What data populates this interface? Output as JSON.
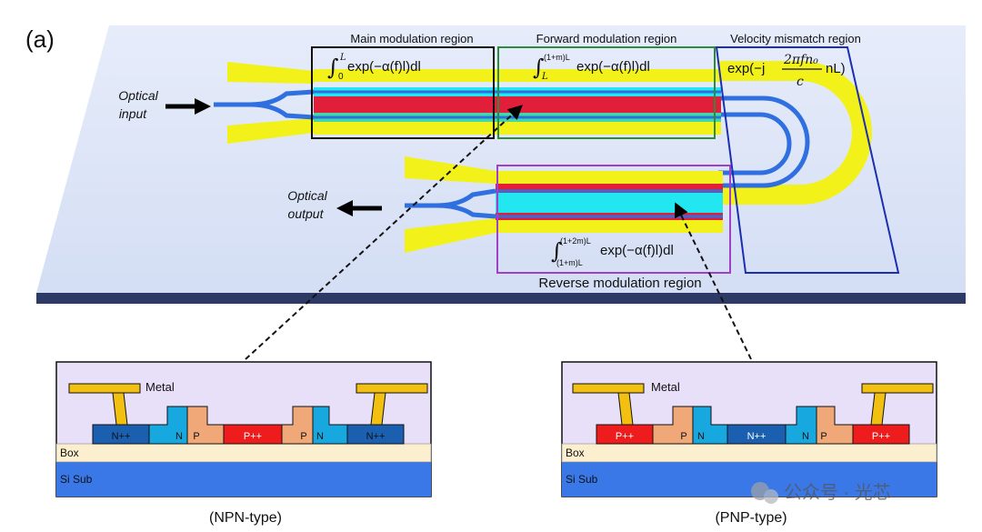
{
  "figure": {
    "panel_label": "(a)",
    "regions": {
      "main": "Main modulation region",
      "forward": "Forward modulation region",
      "velocity": "Velocity mismatch region",
      "reverse": "Reverse modulation region"
    },
    "optical_input": [
      "Optical",
      "input"
    ],
    "optical_output": [
      "Optical",
      "output"
    ],
    "formulas": {
      "main": {
        "integral_upper": "L",
        "integral_lower": "0",
        "body": "exp(−α(f)l)dl"
      },
      "forward": {
        "integral_upper": "(1+m)L",
        "integral_lower": "L",
        "body": "exp(−α(f)l)dl"
      },
      "reverse": {
        "integral_upper": "(1+2m)L",
        "integral_lower": "(1+m)L",
        "body": "exp(−α(f)l)dl"
      },
      "velocity": {
        "prefix": "exp(−j",
        "numerator": "2πfn₀",
        "denominator": "c",
        "suffix": "nL)"
      }
    },
    "npn": {
      "caption": "(NPN-type)",
      "metal": "Metal",
      "box": "Box",
      "sub": "Si Sub",
      "doping": [
        "N++",
        "N",
        "P",
        "P++",
        "P",
        "N",
        "N++"
      ]
    },
    "pnp": {
      "caption": "(PNP-type)",
      "metal": "Metal",
      "box": "Box",
      "sub": "Si Sub",
      "doping": [
        "P++",
        "P",
        "N",
        "N++",
        "N",
        "P",
        "P++"
      ]
    },
    "watermark": "公众号 · 光芯"
  },
  "colors": {
    "chip": "#dfe8f8",
    "electrode": "#f2f21a",
    "waveguide": "#2f6fe0",
    "red_doping": "#e21f3a",
    "cyan_doping": "#22e6f0",
    "npp": "#1a5fb0",
    "n": "#18a8e0",
    "p": "#f0a878",
    "ppp": "#ee1c1c",
    "metal": "#f2c010",
    "box": "#fbefd0",
    "sub": "#3a78e8",
    "cladding": "#e8e0f8"
  }
}
